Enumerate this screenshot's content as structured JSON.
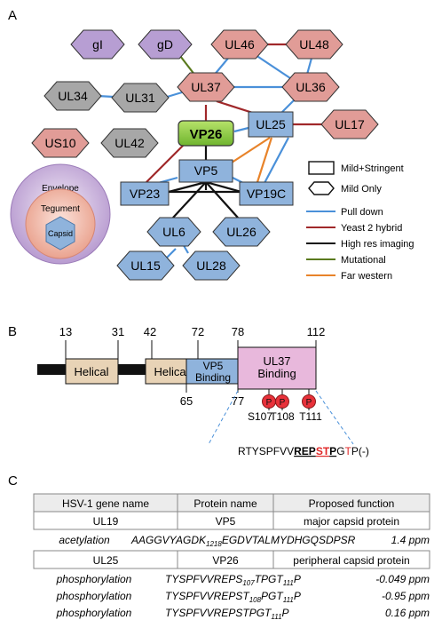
{
  "panel_a": {
    "label": "A",
    "nodes": {
      "gI": "gI",
      "gD": "gD",
      "UL46": "UL46",
      "UL48": "UL48",
      "UL34": "UL34",
      "UL31": "UL31",
      "UL37": "UL37",
      "UL36": "UL36",
      "US10": "US10",
      "UL42": "UL42",
      "VP26": "VP26",
      "UL25": "UL25",
      "UL17": "UL17",
      "VP5": "VP5",
      "VP23": "VP23",
      "VP19C": "VP19C",
      "UL6": "UL6",
      "UL26": "UL26",
      "UL15": "UL15",
      "UL28": "UL28"
    },
    "virion": {
      "envelope": "Envelope",
      "tegument": "Tegument",
      "capsid": "Capsid"
    },
    "legend": {
      "shapes": [
        "Mild+Stringent",
        "Mild Only"
      ],
      "lines": [
        {
          "label": "Pull down",
          "color": "#4a90d9"
        },
        {
          "label": "Yeast 2 hybrid",
          "color": "#a0282a"
        },
        {
          "label": "High res imaging",
          "color": "#111111"
        },
        {
          "label": "Mutational",
          "color": "#5a7a1e"
        },
        {
          "label": "Far western",
          "color": "#e8832a"
        }
      ]
    }
  },
  "panel_b": {
    "label": "B",
    "positions": {
      "p13": "13",
      "p31": "31",
      "p42": "42",
      "p72": "72",
      "p78": "78",
      "p112": "112",
      "p65": "65",
      "p77": "77"
    },
    "domains": {
      "helical1": "Helical",
      "helical2": "Helical",
      "vp5_line1": "VP5",
      "vp5_line2": "Binding",
      "ul37_line1": "UL37",
      "ul37_line2": "Binding"
    },
    "phospho": {
      "marker": "P",
      "sites": [
        "S107",
        "T108",
        "T111"
      ]
    },
    "sequence": {
      "prefix": "RTYSPFVV",
      "rep": "REP",
      "st": "ST",
      "p": "P",
      "g": "G",
      "t": "T",
      "suffix": "P(-)"
    }
  },
  "panel_c": {
    "label": "C",
    "header": [
      "HSV-1 gene name",
      "Protein name",
      "Proposed function"
    ],
    "rows": [
      {
        "gene": "UL19",
        "protein": "VP5",
        "function": "major capsid protein"
      },
      {
        "gene": "UL25",
        "protein": "VP26",
        "function": "peripheral capsid protein"
      }
    ],
    "mods": {
      "acetylation": {
        "type": "acetylation",
        "seq_a": "AAGGVYAGDK",
        "sub": "1218",
        "seq_b": "EGDVTALMYDHGQSDPSR",
        "ppm": "1.4 ppm"
      },
      "phos1": {
        "type": "phosphorylation",
        "seq_a": "TYSPFVVREPS",
        "sub1": "107",
        "seq_b": "TPGT",
        "sub2": "111",
        "seq_c": "P",
        "ppm": "-0.049 ppm"
      },
      "phos2": {
        "type": "phosphorylation",
        "seq_a": "TYSPFVVREPST",
        "sub1": "108",
        "seq_b": "PGT",
        "sub2": "111",
        "seq_c": "P",
        "ppm": "-0.95 ppm"
      },
      "phos3": {
        "type": "phosphorylation",
        "seq_a": "TYSPFVVREPSTPGT",
        "sub1": "111",
        "seq_c": "P",
        "ppm": "0.16 ppm"
      }
    }
  }
}
